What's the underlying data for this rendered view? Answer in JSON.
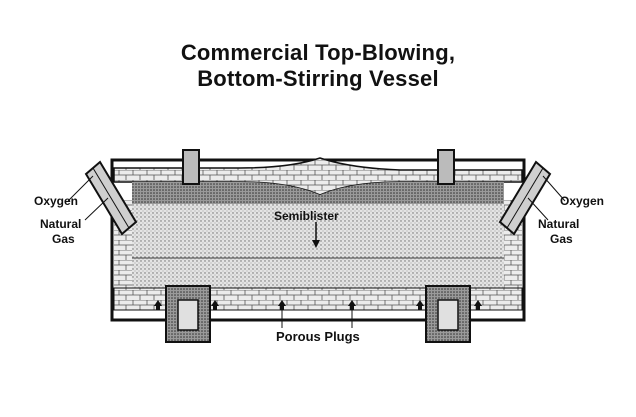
{
  "title": {
    "line1": "Commercial Top-Blowing,",
    "line2": "Bottom-Stirring Vessel"
  },
  "labels": {
    "left_oxygen": "Oxygen",
    "left_gas_line1": "Natural",
    "left_gas_line2": "Gas",
    "right_oxygen": "Oxygen",
    "right_gas_line1": "Natural",
    "right_gas_line2": "Gas",
    "semiblister": "Semiblister",
    "porous_plugs": "Porous Plugs"
  },
  "colors": {
    "outline": "#111111",
    "refractory": "#d8d8d8",
    "roof": "#bdbdbd",
    "gas_band": "#7a7a7a",
    "melt": "#cfcfcf",
    "brick": "#e6e6e6"
  }
}
